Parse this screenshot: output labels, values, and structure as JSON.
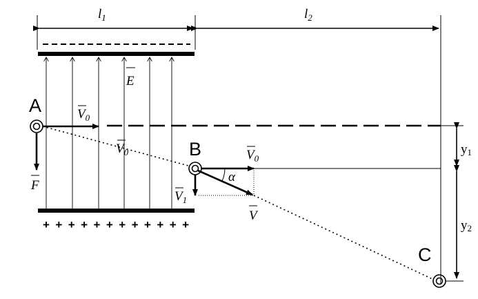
{
  "lengths": {
    "l1": "l",
    "l1_sub": "1",
    "l2": "l",
    "l2_sub": "2"
  },
  "points": {
    "a": "A",
    "b": "B",
    "c": "C"
  },
  "vectors": {
    "e": "E",
    "v0_a": "V",
    "v0_a_sub": "0",
    "v0_mid": "V",
    "v0_mid_sub": "0",
    "v0_b": "V",
    "v0_b_sub": "0",
    "v1": "V",
    "v1_sub": "1",
    "v": "V",
    "f": "F"
  },
  "angle": "α",
  "offsets": {
    "y1": "y",
    "y1_sub": "1",
    "y2": "y",
    "y2_sub": "2"
  },
  "plate_charges": {
    "bottom": "+ + + + + + + + + + + +"
  }
}
